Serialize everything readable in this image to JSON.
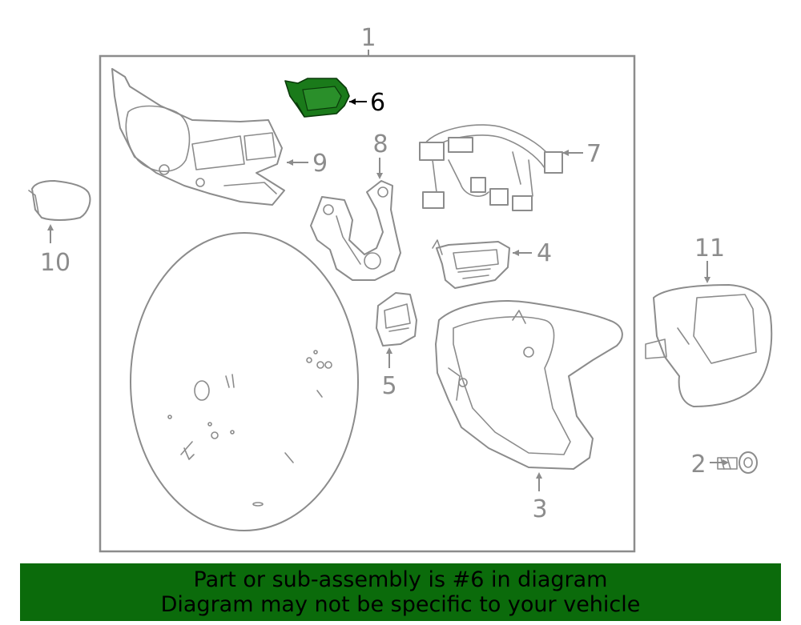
{
  "diagram": {
    "callouts": {
      "c1": "1",
      "c2": "2",
      "c3": "3",
      "c4": "4",
      "c5": "5",
      "c6": "6",
      "c7": "7",
      "c8": "8",
      "c9": "9",
      "c10": "10",
      "c11": "11"
    },
    "highlighted_part": "6",
    "colors": {
      "line": "#8c8c8c",
      "highlight": "#1a7a1a",
      "banner": "#0b6b0b"
    }
  },
  "banner": {
    "line1": "Part or sub-assembly is #6 in diagram",
    "line2": "Diagram may not be specific to your vehicle"
  }
}
